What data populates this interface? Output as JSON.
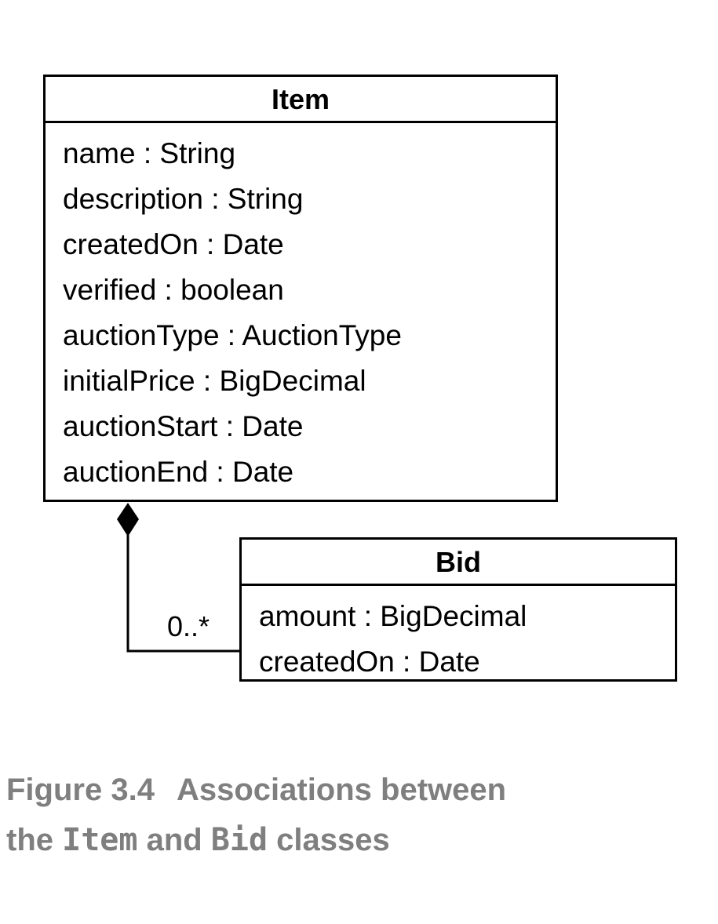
{
  "diagram": {
    "classes": [
      {
        "name": "Item",
        "attributes": [
          "name : String",
          "description : String",
          "createdOn : Date",
          "verified : boolean",
          "auctionType : AuctionType",
          "initialPrice : BigDecimal",
          "auctionStart : Date",
          "auctionEnd : Date"
        ]
      },
      {
        "name": "Bid",
        "attributes": [
          "amount : BigDecimal",
          "createdOn : Date"
        ]
      }
    ],
    "association": {
      "type": "composition",
      "multiplicity": "0..*"
    }
  },
  "caption": {
    "figure_label": "Figure 3.4",
    "line1_text": "Associations between",
    "line2_pre": "the ",
    "line2_code1": "Item",
    "line2_mid": " and ",
    "line2_code2": "Bid",
    "line2_post": " classes"
  },
  "colors": {
    "line": "#000000",
    "caption": "#7f7f7f",
    "background": "#ffffff"
  }
}
